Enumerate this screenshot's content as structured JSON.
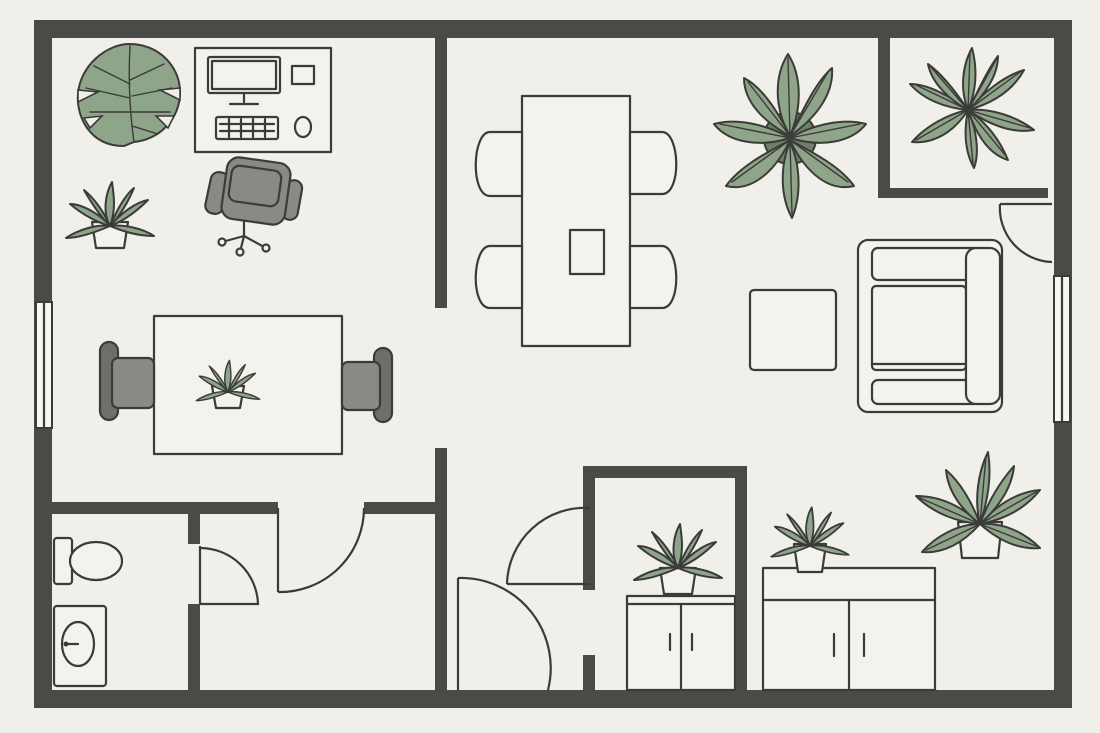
{
  "palette": {
    "background": "#f1efea",
    "wall": "#4a4a46",
    "outline": "#3b3b38",
    "leaf_green": "#8fa58a",
    "leaf_dark": "#7f977b",
    "chair_gray": "#8a8a84",
    "furniture_fill": "#f4f2ed"
  },
  "rooms": [
    {
      "name": "office-room"
    },
    {
      "name": "dining-room"
    },
    {
      "name": "living-room"
    },
    {
      "name": "plant-corner"
    },
    {
      "name": "bathroom"
    },
    {
      "name": "hallway-closet"
    },
    {
      "name": "utility-room"
    }
  ],
  "furniture_items": [
    "computer-desk",
    "monitor",
    "keyboard",
    "office-chair",
    "meeting-table",
    "meeting-chair",
    "dining-table",
    "dining-chair",
    "armchair",
    "side-table",
    "toilet",
    "sink",
    "cabinet",
    "sideboard",
    "door",
    "window"
  ],
  "plants": [
    "monstera-plant",
    "spider-plant",
    "fiddle-leaf-plant",
    "palm-plant",
    "potted-plant",
    "table-plant"
  ]
}
